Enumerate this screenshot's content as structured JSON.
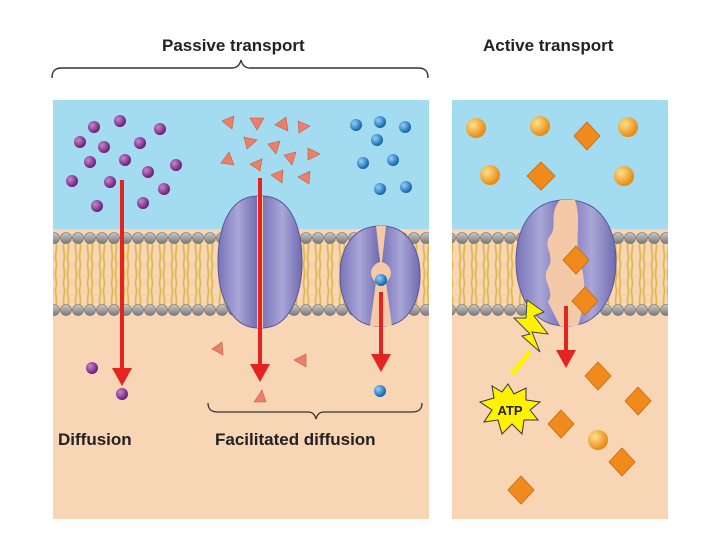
{
  "headings": {
    "passive": "Passive transport",
    "active": "Active transport"
  },
  "labels": {
    "diffusion": "Diffusion",
    "facilitated": "Facilitated diffusion",
    "atp": "ATP"
  },
  "colors": {
    "extracellular": "#9dd7ee",
    "cytoplasm": "#f7d4b4",
    "lipid_head": "#9a9a9a",
    "lipid_tail": "#e6c15c",
    "protein": "#8c89c5",
    "arrow": "#e32421",
    "purple_molecule": "#7b2d86",
    "salmon_molecule": "#ec7f6a",
    "blue_molecule": "#1f7fc6",
    "orange_molecule": "#f4a433",
    "atp_burst": "#fff200"
  }
}
